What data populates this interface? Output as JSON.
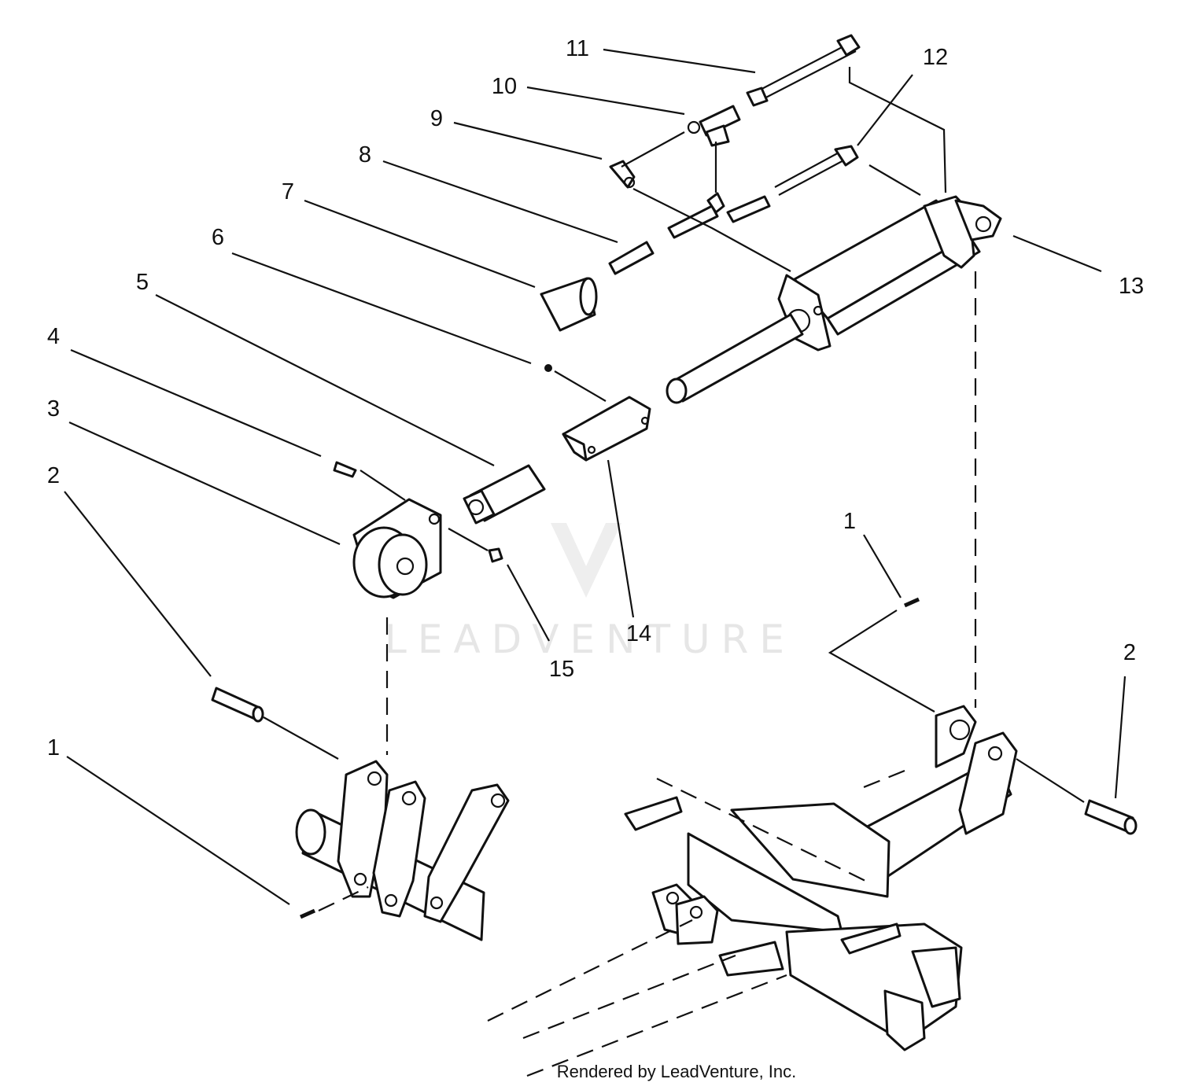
{
  "watermark": {
    "text": "LEADVENTURE"
  },
  "footer": {
    "credit": "Rendered by LeadVenture, Inc."
  },
  "callouts": [
    {
      "key": "11",
      "label": "11"
    },
    {
      "key": "12",
      "label": "12"
    },
    {
      "key": "10",
      "label": "10"
    },
    {
      "key": "9",
      "label": "9"
    },
    {
      "key": "8",
      "label": "8"
    },
    {
      "key": "7",
      "label": "7"
    },
    {
      "key": "6",
      "label": "6"
    },
    {
      "key": "13",
      "label": "13"
    },
    {
      "key": "5",
      "label": "5"
    },
    {
      "key": "4",
      "label": "4"
    },
    {
      "key": "3",
      "label": "3"
    },
    {
      "key": "2a",
      "label": "2"
    },
    {
      "key": "1a",
      "label": "1"
    },
    {
      "key": "14",
      "label": "14"
    },
    {
      "key": "15",
      "label": "15"
    },
    {
      "key": "2b",
      "label": "2"
    },
    {
      "key": "1b",
      "label": "1"
    }
  ]
}
